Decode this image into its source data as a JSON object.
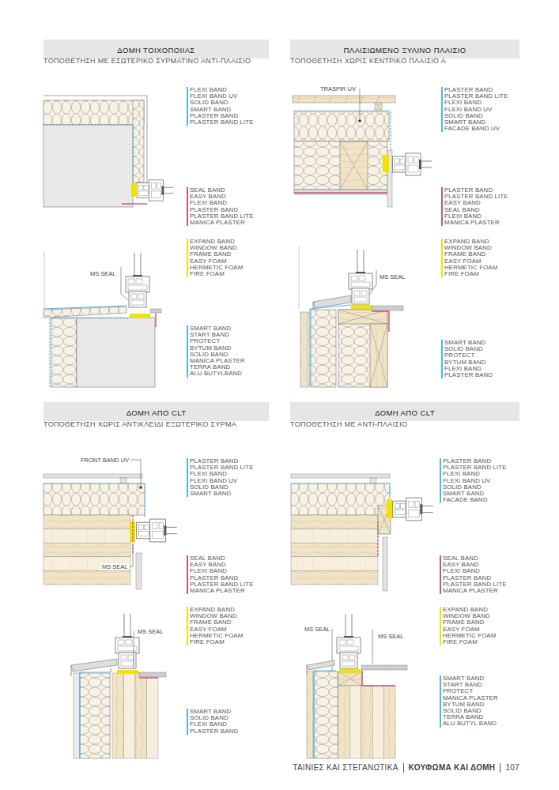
{
  "diagram": {
    "nodes": [
      {
        "text": [
          "ΔΟΜΗ ΤΟΙΧΟΠΟΙΙΑΣ"
        ]
      },
      {
        "text": [
          "ΠΛΑΙΣΙΩΜΕΝΟ ΞΥΛΙΝΟ ΠΛΑΙΣΙΟ"
        ]
      },
      {
        "text": [
          "ΔΟΜΗ ΑΠΟ CLT"
        ]
      },
      {
        "text": [
          "ΔΟΜΗ ΑΠΟ CLT"
        ]
      }
    ],
    "labels": [
      "ΤΟΠΟΘΕΤΗΣΗ ΜΕ ΕΣΩΤΕΡΙΚΟ ΣΥΡΜΑΤΙΝΟ ΑΝΤΙ-ΠΛΑΙΣΙΟ",
      "MS SEAL",
      "FLEXI BAND",
      "FLEXI BAND UV",
      "SOLID BAND",
      "SMART BAND",
      "PLASTER BAND",
      "PLASTER BAND LITE",
      "SEAL BAND",
      "EASY BAND",
      "FLEXI BAND",
      "PLASTER BAND",
      "PLASTER BAND LITE",
      "MANICA PLASTER",
      "EXPAND BAND",
      "WINDOW BAND",
      "FRAME BAND",
      "EASY FOAM",
      "HERMETIC FOAM",
      "FIRE FOAM",
      "SMART BAND",
      "START BAND",
      "PROTECT",
      "BYTUM BAND",
      "SOLID BAND",
      "MANICA PLASTER",
      "TERRA BAND",
      "ALU BUTYLBAND",
      "ΤΟΠΟΘΕΤΗΣΗ ΧΩΡΙΣ ΚΕΝΤΡΙΚΟ ΠΛΑΙΣΙΟ Α",
      "TRASPIR UV",
      "MS SEAL",
      "PLASTER BAND",
      "PLASTER BAND LITE",
      "FLEXI BAND",
      "FLEXI BAND UV",
      "SOLID BAND",
      "SMART BAND",
      "FACADE BAND UV",
      "PLASTER BAND",
      "PLASTER BAND LITE",
      "EASY BAND",
      "SEAL BAND",
      "FLEXI BAND",
      "MANICA PLASTER",
      "EXPAND BAND",
      "WINDOW BAND",
      "FRAME BAND",
      "EASY FOAM",
      "HERMETIC FOAM",
      "FIRE FOAM",
      "SMART BAND",
      "SOLID BAND",
      "PROTECT",
      "BYTUM BAND",
      "FLEXI BAND",
      "PLASTER BAND",
      "ΤΟΠΟΘΕΤΗΣΗ ΧΩΡΙΣ ΑΝΤΙΚΛΕΙΔΙ ΕΞΩΤΕΡΙΚΟ ΣΥΡΜΑ",
      "FRONT BAND UV",
      "MS SEAL",
      "MS SEAL",
      "PLASTER BAND",
      "PLASTER BAND LITE",
      "FLEXI BAND",
      "FLEXI BAND UV",
      "SOLID BAND",
      "SMART BAND",
      "SEAL BAND",
      "EASY BAND",
      "FLEXI BAND",
      "PLASTER BAND",
      "PLASTER BAND LITE",
      "MANICA PLASTER",
      "EXPAND BAND",
      "WINDOW BAND",
      "FRAME BAND",
      "EASY FOAM",
      "HERMETIC FOAM",
      "FIRE FOAM",
      "SMART BAND",
      "SOLID BAND",
      "FLEXI BAND",
      "PLASTER BAND",
      "ΤΟΠΟΘΕΤΗΣΗ ΜΕ ΑΝΤΙ-ΠΛΑΙΣΙΟ",
      "MS SEAL",
      "MS SEAL",
      "PLASTER BAND",
      "PLASTER BAND LITE",
      "FLEXI BAND",
      "FLEXI BAND UV",
      "SOLID BAND",
      "SMART BAND",
      "FACADE BAND",
      "SEAL BAND",
      "EASY BAND",
      "FLEXI BAND",
      "PLASTER BAND",
      "PLASTER BAND LITE",
      "MANICA PLASTER",
      "EXPAND BAND",
      "WINDOW BAND",
      "FRAME BAND",
      "EASY FOAM",
      "HERMETIC FOAM",
      "FIRE FOAM",
      "SMART BAND",
      "START BAND",
      "PROTECT",
      "MANICA PLASTER",
      "BYTUM BAND",
      "SOLID BAND",
      "TERRA BAND",
      "ALU BUTYL BAND",
      "ΤΑΙΝΙΕΣ ΚΑΙ ΣΤΕΓΑΝΩΤΙΚΑ",
      "ΚΟΥΦΩΜΑ ΚΑΙ ΔΟΜΗ",
      "107"
    ]
  }
}
